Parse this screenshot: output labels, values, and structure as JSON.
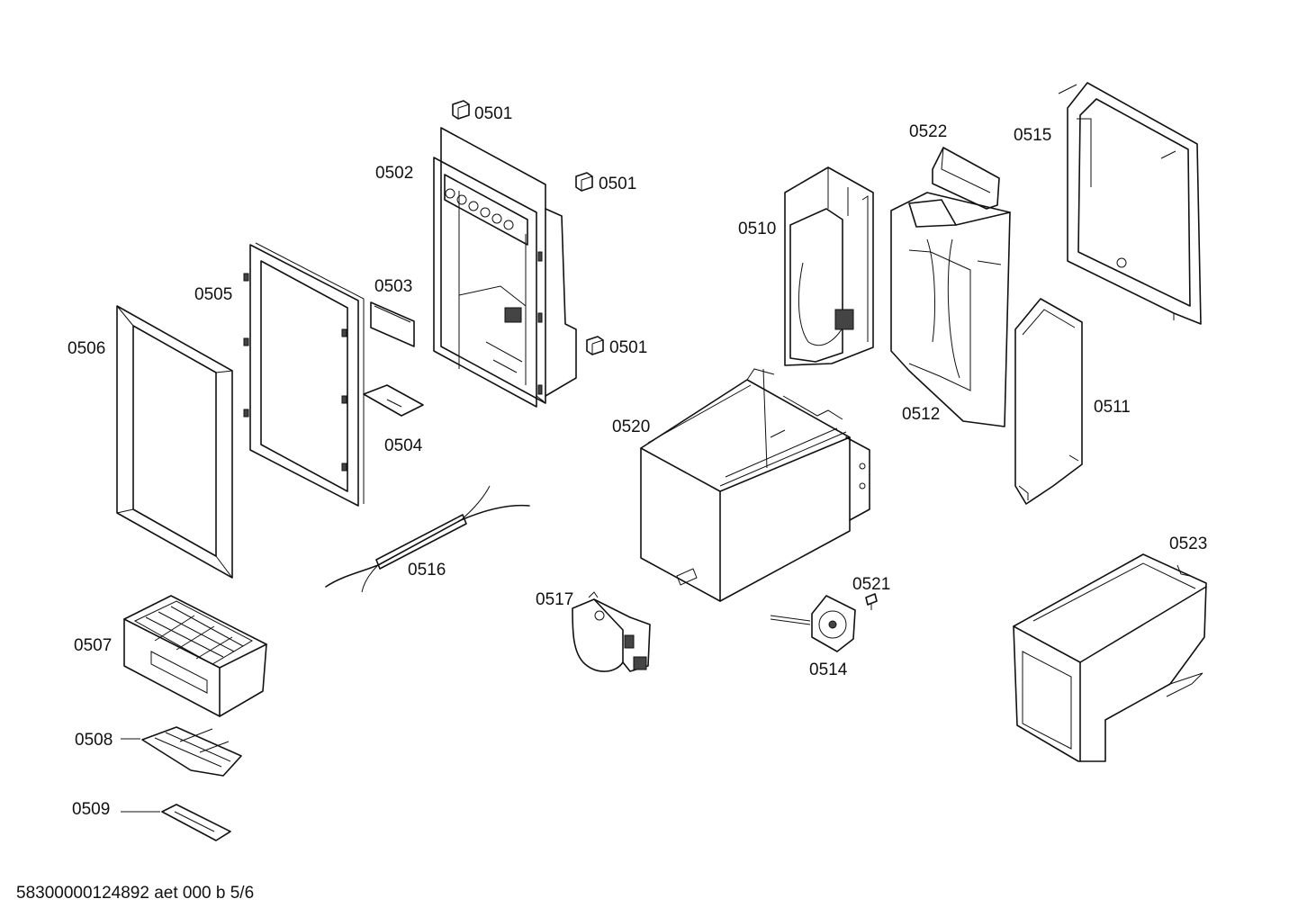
{
  "parts": [
    {
      "id": "p0501a",
      "number": "0501"
    },
    {
      "id": "p0501b",
      "number": "0501"
    },
    {
      "id": "p0501c",
      "number": "0501"
    },
    {
      "id": "p0502",
      "number": "0502"
    },
    {
      "id": "p0503",
      "number": "0503"
    },
    {
      "id": "p0504",
      "number": "0504"
    },
    {
      "id": "p0505",
      "number": "0505"
    },
    {
      "id": "p0506",
      "number": "0506"
    },
    {
      "id": "p0507",
      "number": "0507"
    },
    {
      "id": "p0508",
      "number": "0508"
    },
    {
      "id": "p0509",
      "number": "0509"
    },
    {
      "id": "p0510",
      "number": "0510"
    },
    {
      "id": "p0511",
      "number": "0511"
    },
    {
      "id": "p0512",
      "number": "0512"
    },
    {
      "id": "p0514",
      "number": "0514"
    },
    {
      "id": "p0515",
      "number": "0515"
    },
    {
      "id": "p0516",
      "number": "0516"
    },
    {
      "id": "p0517",
      "number": "0517"
    },
    {
      "id": "p0520",
      "number": "0520"
    },
    {
      "id": "p0521",
      "number": "0521"
    },
    {
      "id": "p0522",
      "number": "0522"
    },
    {
      "id": "p0523",
      "number": "0523"
    }
  ],
  "footer": "58300000124892 aet 000 b 5/6"
}
